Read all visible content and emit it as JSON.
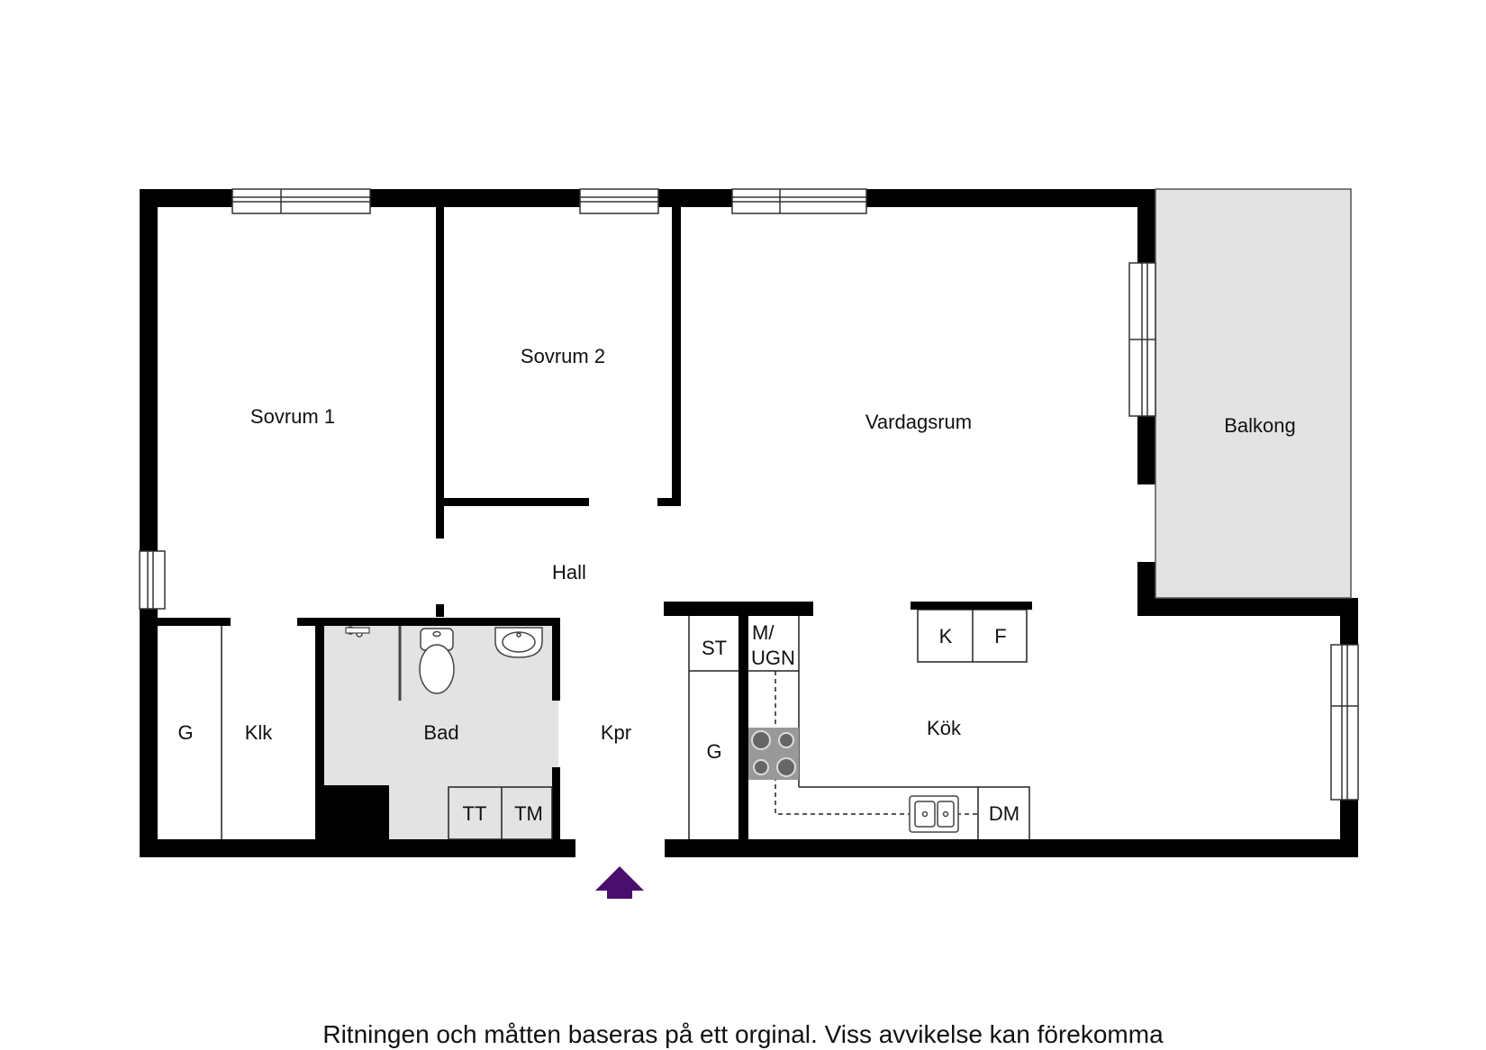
{
  "plan": {
    "rooms": {
      "sovrum1": "Sovrum 1",
      "sovrum2": "Sovrum 2",
      "vardagsrum": "Vardagsrum",
      "balkong": "Balkong",
      "hall": "Hall",
      "g_left": "G",
      "klk": "Klk",
      "bad": "Bad",
      "kpr": "Kpr",
      "kok": "Kök"
    },
    "fixtures": {
      "st": "ST",
      "m": "M/",
      "ugn": "UGN",
      "g_kitchen": "G",
      "k": "K",
      "f": "F",
      "tt": "TT",
      "tm": "TM",
      "dm": "DM"
    },
    "colors": {
      "wall": "#000000",
      "wet_floor": "#e3e3e3",
      "balcony": "#e3e3e3",
      "entrance_arrow": "#4a0f6e"
    },
    "entrance_icon": "entrance-arrow-icon"
  },
  "caption": "Ritningen och måtten baseras på ett orginal. Viss avvikelse kan förekomma"
}
